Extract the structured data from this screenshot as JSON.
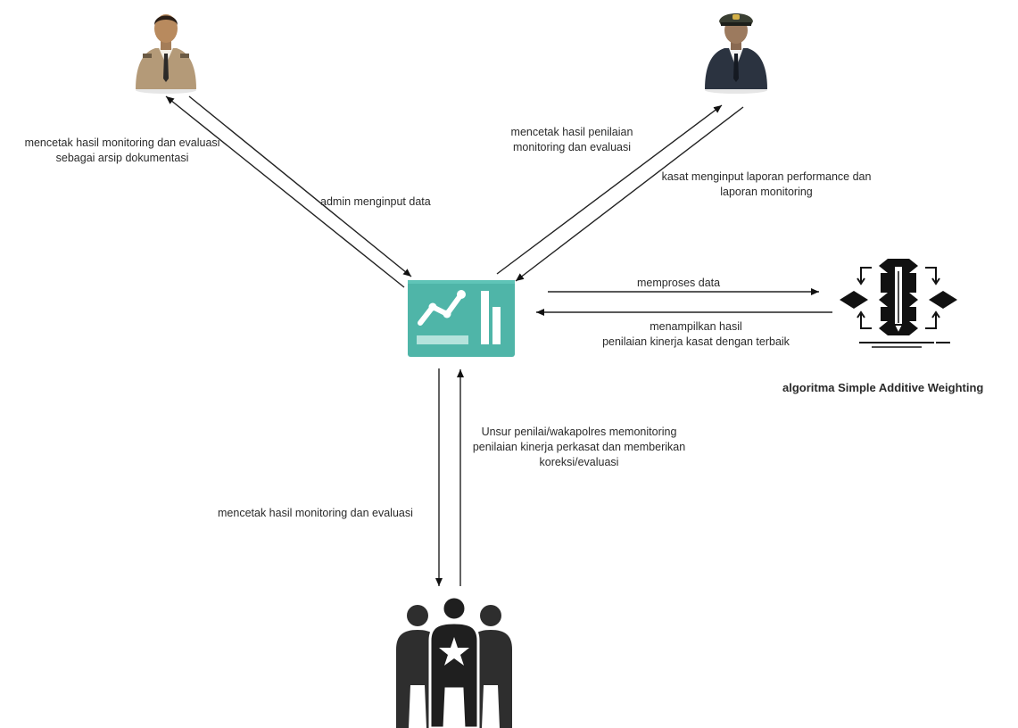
{
  "nodes": {
    "admin": {
      "icon": "admin-officer-icon"
    },
    "kasat": {
      "icon": "kasat-officer-icon"
    },
    "system": {
      "icon": "dashboard-app-icon",
      "accent": "#4fb5a8"
    },
    "algorithm": {
      "icon": "algorithm-process-icon",
      "label": "algoritma Simple Additive Weighting"
    },
    "evaluators": {
      "icon": "evaluator-group-icon"
    }
  },
  "edges": {
    "admin_print": {
      "lines": [
        "mencetak hasil monitoring dan evaluasi",
        "sebagai arsip dokumentasi"
      ]
    },
    "admin_input": {
      "lines": [
        "admin menginput data"
      ]
    },
    "kasat_print": {
      "lines": [
        "mencetak hasil penilaian",
        "monitoring dan evaluasi"
      ]
    },
    "kasat_input": {
      "lines": [
        "kasat menginput laporan performance dan",
        "laporan monitoring"
      ]
    },
    "process": {
      "lines": [
        "memproses data"
      ]
    },
    "result": {
      "lines": [
        "menampilkan hasil",
        "penilaian kinerja kasat dengan terbaik"
      ]
    },
    "evaluator_monitor": {
      "lines": [
        "Unsur penilai/wakapolres memonitoring",
        "penilaian kinerja perkasat dan memberikan",
        "koreksi/evaluasi"
      ]
    },
    "evaluator_print": {
      "lines": [
        "mencetak hasil monitoring dan evaluasi"
      ]
    }
  }
}
